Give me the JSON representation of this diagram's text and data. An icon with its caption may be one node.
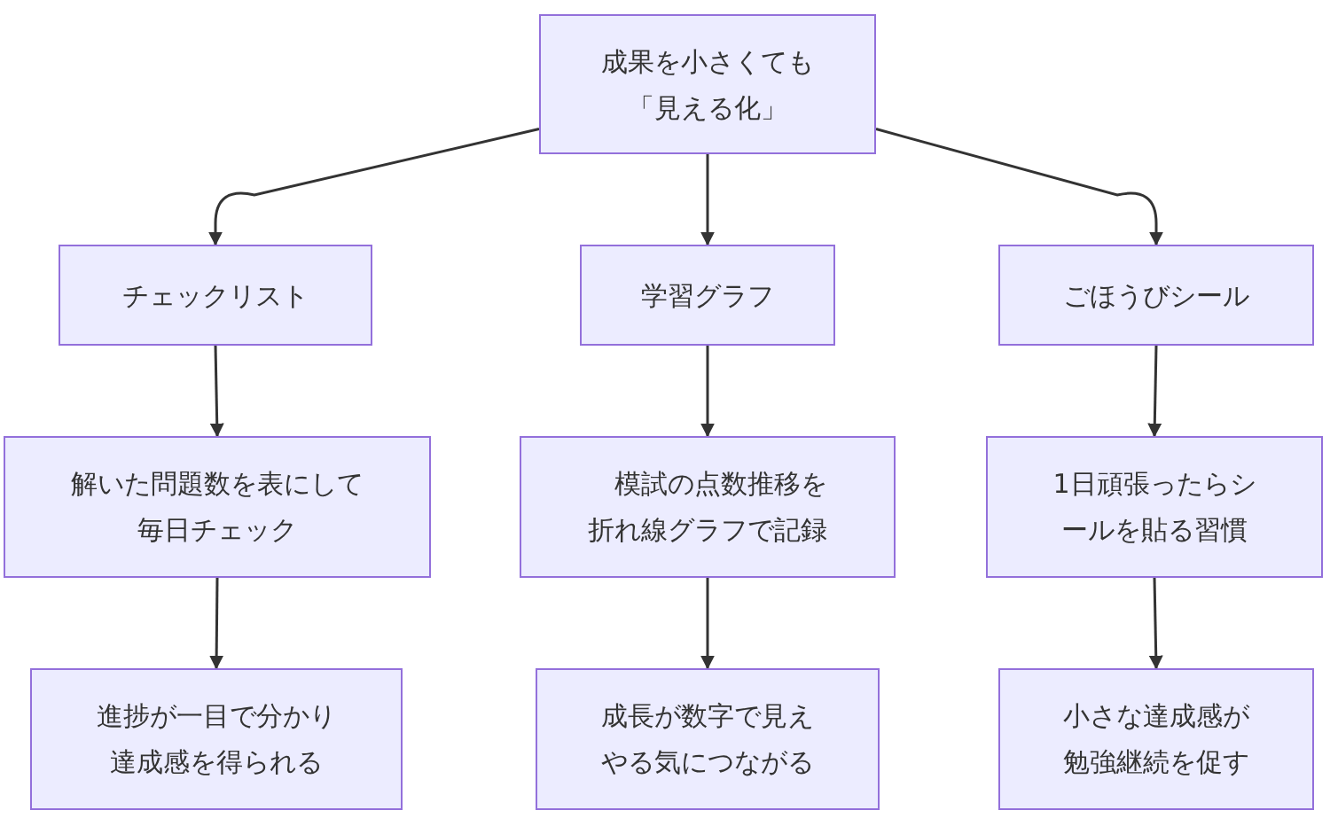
{
  "diagram": {
    "nodes": [
      {
        "text": [
          "成果を小さくても「見える化」"
        ]
      },
      {
        "text": [
          "チェックリスト"
        ]
      },
      {
        "text": [
          "学習グラフ"
        ]
      },
      {
        "text": [
          "ごほうびシール"
        ]
      },
      {
        "text": [
          "解いた問題数を表にして毎日チェック"
        ]
      },
      {
        "text": [
          "模試の点数推移を折れ線グラフで記録"
        ]
      },
      {
        "text": [
          "1日頑張ったらシールを貼る習慣"
        ]
      },
      {
        "text": [
          "進捗が一目で分かり達成感を得られる"
        ]
      },
      {
        "text": [
          "成長が数字で見えやる気につながる"
        ]
      },
      {
        "text": [
          "小さな達成感が勉強継続を促す"
        ]
      }
    ],
    "edges": [
      {
        "from": 0,
        "to": 1,
        "arrow": "to"
      },
      {
        "from": 0,
        "to": 2,
        "arrow": "to"
      },
      {
        "from": 0,
        "to": 3,
        "arrow": "to"
      },
      {
        "from": 1,
        "to": 4,
        "arrow": "to"
      },
      {
        "from": 2,
        "to": 5,
        "arrow": "to"
      },
      {
        "from": 3,
        "to": 6,
        "arrow": "to"
      },
      {
        "from": 4,
        "to": 7,
        "arrow": "to"
      },
      {
        "from": 5,
        "to": 8,
        "arrow": "to"
      },
      {
        "from": 6,
        "to": 9,
        "arrow": "to"
      }
    ]
  }
}
